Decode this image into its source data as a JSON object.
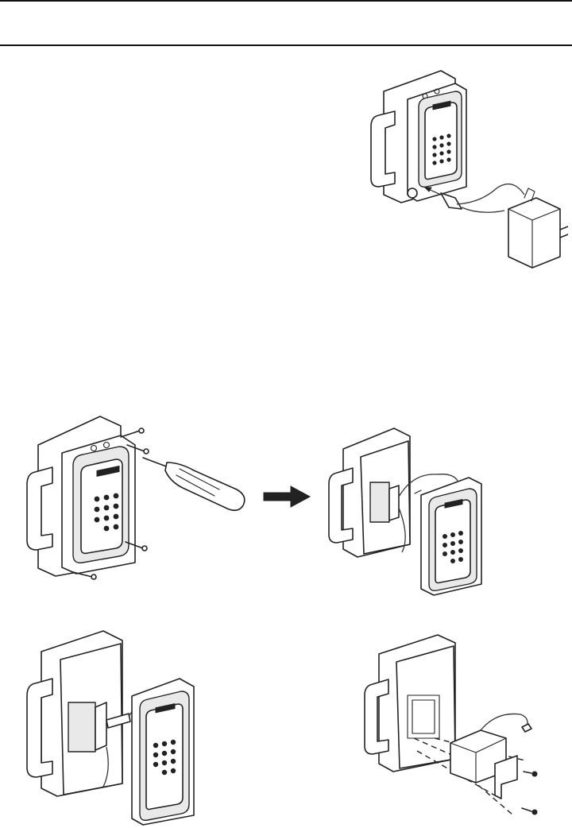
{
  "page": {
    "background": "#ffffff",
    "line_color": "#111111"
  },
  "figures": [
    {
      "id": "fig-power-connection",
      "icon": "keypad-enclosure-with-power-adapter"
    },
    {
      "id": "fig-remove-screws",
      "icon": "keypad-enclosure-screwdriver"
    },
    {
      "id": "fig-step-arrow",
      "icon": "right-arrow-icon"
    },
    {
      "id": "fig-open-front-cover",
      "icon": "keypad-enclosure-opened"
    },
    {
      "id": "fig-disconnect-cable",
      "icon": "keypad-enclosure-cable-disconnect"
    },
    {
      "id": "fig-remove-module",
      "icon": "keypad-enclosure-exploded"
    }
  ]
}
